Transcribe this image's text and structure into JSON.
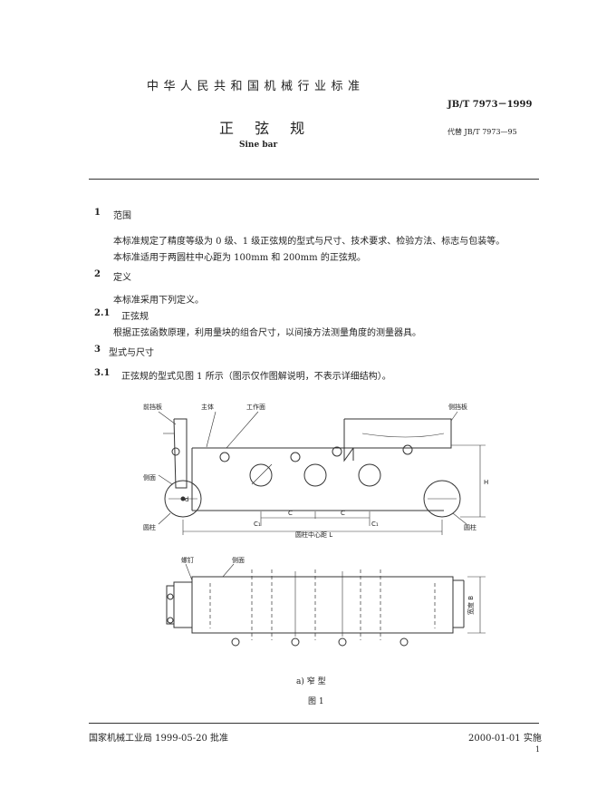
{
  "header": {
    "standard_title": "中华人民共和国机械行业标准",
    "standard_code": "JB/T 7973－1999",
    "doc_title": "正 弦 规",
    "doc_subtitle": "Sine bar",
    "replaces": "代替 JB/T 7973—95"
  },
  "sections": [
    {
      "num": "1",
      "title": "范围"
    },
    {
      "num": "2",
      "title": "定义"
    },
    {
      "num": "2.1",
      "title": "正弦规"
    },
    {
      "num": "3",
      "title": "型式与尺寸"
    },
    {
      "num": "3.1",
      "title": "正弦规的型式见图 1 所示（图示仅作图解说明，不表示详细结构）。"
    }
  ],
  "paragraphs": {
    "scope_1": "本标准规定了精度等级为 0 级、1 级正弦规的型式与尺寸、技术要求、检验方法、标志与包装等。",
    "scope_2": "本标准适用于两圆柱中心距为 100mm 和 200mm 的正弦规。",
    "definition_intro": "本标准采用下列定义。",
    "definition_sine_bar": "根据正弦函数原理，利用量块的组合尺寸，以间接方法测量角度的测量器具。"
  },
  "figure": {
    "labels": {
      "front_stop": "前挡板",
      "body": "主体",
      "working_face": "工作面",
      "side_stop": "侧挡板",
      "side_face": "侧面",
      "cylinder_left": "圆柱",
      "cylinder_right": "圆柱",
      "center_distance": "圆柱中心距 L",
      "screw": "螺钉",
      "side_face_2": "侧面",
      "width": "宽度 B",
      "height": "H",
      "c_label_1": "C",
      "c_label_2": "C",
      "c1_left": "C₁",
      "c1_right": "C₁",
      "d_label": "d"
    },
    "subcaption": "a)  窄 型",
    "caption": "图  1"
  },
  "footer": {
    "left": "国家机械工业局 1999-05-20 批准",
    "right": "2000-01-01 实施",
    "page": "1"
  }
}
